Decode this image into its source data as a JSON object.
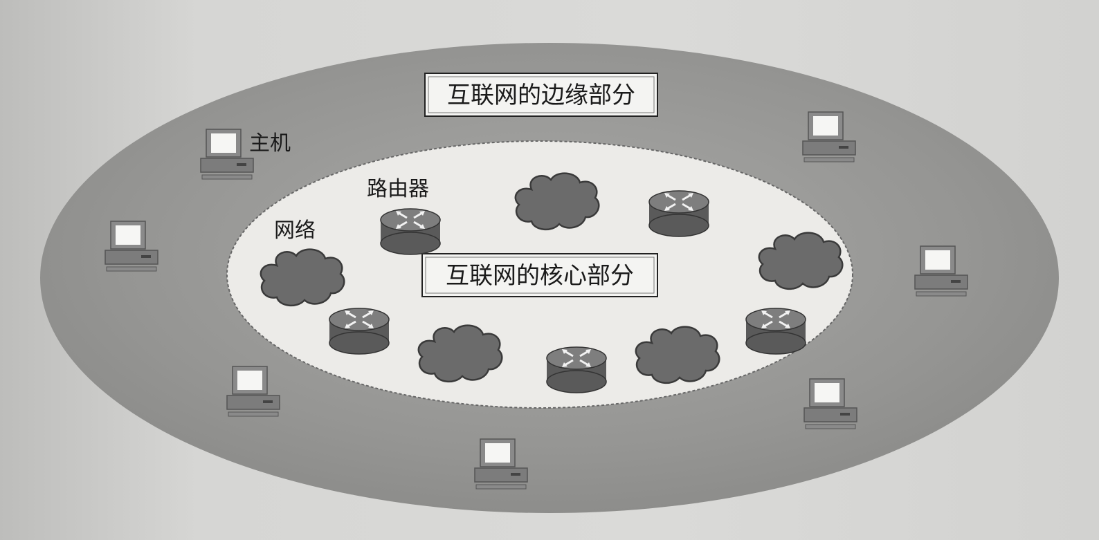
{
  "labels": {
    "edge_title": "互联网的边缘部分",
    "core_title": "互联网的核心部分",
    "host": "主机",
    "router": "路由器",
    "network": "网络"
  },
  "colors": {
    "outer_ellipse": "#8f8f8f",
    "inner_ellipse": "#ecebe8",
    "cloud": "#6a6a6a",
    "router": "#626262",
    "box_bg": "#f4f4f2"
  },
  "icons": [
    "host-computer-icon",
    "router-icon",
    "network-cloud-icon"
  ]
}
